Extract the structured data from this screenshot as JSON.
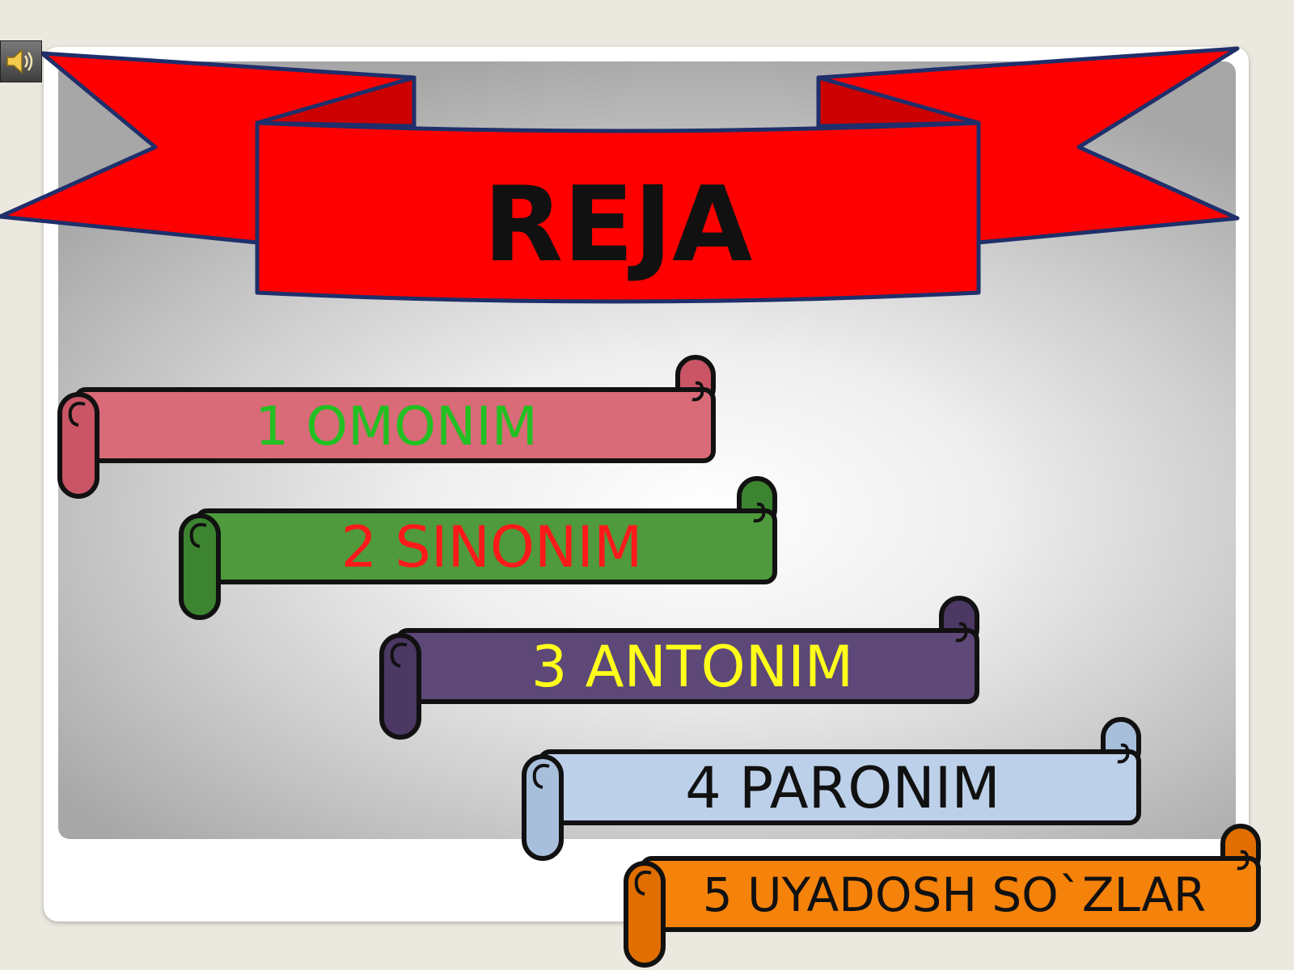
{
  "slide": {
    "title": "REJA",
    "items": [
      {
        "label": "1 OMONIM",
        "fill": "#d96a78",
        "roll": "#c95565",
        "text_color": "#22c022"
      },
      {
        "label": "2 SINONIM",
        "fill": "#4e9a3c",
        "roll": "#3d8430",
        "text_color": "#ff1a1a"
      },
      {
        "label": "3 ANTONIM",
        "fill": "#5d4878",
        "roll": "#4b3863",
        "text_color": "#ffff1a"
      },
      {
        "label": "4 PARONIM",
        "fill": "#bcd0ea",
        "roll": "#a8bfdc",
        "text_color": "#111111"
      },
      {
        "label": "5 UYADOSH SO`ZLAR",
        "fill": "#f5820a",
        "roll": "#e06e00",
        "text_color": "#111111"
      }
    ]
  },
  "colors": {
    "banner_red": "#ff0000",
    "banner_dark_red": "#cc0000",
    "banner_outline": "#1f2f6b"
  },
  "icons": {
    "audio": "speaker-icon"
  }
}
